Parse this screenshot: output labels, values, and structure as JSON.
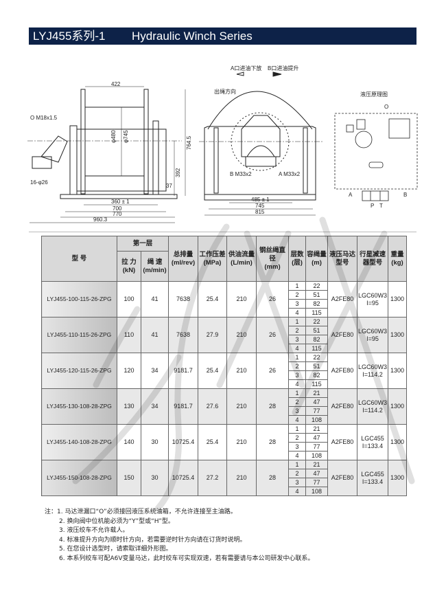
{
  "title": {
    "cn": "LYJ455系列-1",
    "en": "Hydraulic Winch Series"
  },
  "colors": {
    "title_bar": "#0d2248",
    "header_bg": "#d9d9d9"
  },
  "drawing": {
    "side": {
      "port_o": "O M18x1.5",
      "bolts": "16-φ26",
      "dim_422": "422",
      "dim_d480": "φ480",
      "dim_d745": "φ745",
      "dim_764": "764.5",
      "dim_392": "392",
      "dim_37": "37",
      "dim_360": "360 ± 1",
      "dim_700": "700",
      "dim_770": "770",
      "dim_960": "960.3"
    },
    "front": {
      "a_port_lower": "A口进油下放",
      "b_port_lift": "B口进油提升",
      "rope_out": "出绳方向",
      "port_b": "B M33x2",
      "port_a": "A M33x2",
      "dim_485": "485 ± 1",
      "dim_745": "745",
      "dim_815": "815"
    },
    "schematic": {
      "title": "液压原理图",
      "o": "O",
      "a": "A",
      "b": "B",
      "p": "P",
      "t": "T"
    }
  },
  "table": {
    "headers": {
      "model": "型 号",
      "first_layer": "第一层",
      "pull": "拉 力",
      "pull_unit": "(kN)",
      "speed": "绳 速",
      "speed_unit": "(m/min)",
      "displacement": "总排量",
      "displacement_unit": "(ml/rev)",
      "pressure": "工作压差",
      "pressure_unit": "(MPa)",
      "flow": "供油流量",
      "flow_unit": "(L/min)",
      "rope": "钢丝绳直径",
      "rope_unit": "(mm)",
      "layers": "层数",
      "layers_unit": "(层)",
      "capacity": "容绳量",
      "capacity_unit": "(m)",
      "motor": "液压马达",
      "motor2": "型号",
      "gear": "行星减速",
      "gear2": "器型号",
      "weight": "重量",
      "weight_unit": "(kg)"
    },
    "rows": [
      {
        "model": "LYJ455-100-115-26-ZPG",
        "pull": "100",
        "speed": "41",
        "displacement": "7638",
        "pressure": "25.4",
        "flow": "210",
        "rope": "26",
        "layers": [
          "1",
          "2",
          "3",
          "4"
        ],
        "capacity": [
          "22",
          "51",
          "82",
          "115"
        ],
        "motor": "A2FE80",
        "gear": "LGC60W3",
        "ratio": "I=95",
        "weight": "1300"
      },
      {
        "model": "LYJ455-110-115-26-ZPG",
        "pull": "110",
        "speed": "41",
        "displacement": "7638",
        "pressure": "27.9",
        "flow": "210",
        "rope": "26",
        "layers": [
          "1",
          "2",
          "3",
          "4"
        ],
        "capacity": [
          "22",
          "51",
          "82",
          "115"
        ],
        "motor": "A2FE80",
        "gear": "LGC60W3",
        "ratio": "I=95",
        "weight": "1300"
      },
      {
        "model": "LYJ455-120-115-26-ZPG",
        "pull": "120",
        "speed": "34",
        "displacement": "9181.7",
        "pressure": "25.4",
        "flow": "210",
        "rope": "26",
        "layers": [
          "1",
          "2",
          "3",
          "4"
        ],
        "capacity": [
          "22",
          "51",
          "82",
          "115"
        ],
        "motor": "A2FE80",
        "gear": "LGC60W3",
        "ratio": "I=114.2",
        "weight": "1300"
      },
      {
        "model": "LYJ455-130-108-28-ZPG",
        "pull": "130",
        "speed": "34",
        "displacement": "9181.7",
        "pressure": "27.6",
        "flow": "210",
        "rope": "28",
        "layers": [
          "1",
          "2",
          "3",
          "4"
        ],
        "capacity": [
          "21",
          "47",
          "77",
          "108"
        ],
        "motor": "A2FE80",
        "gear": "LGC60W3",
        "ratio": "I=114.2",
        "weight": "1300"
      },
      {
        "model": "LYJ455-140-108-28-ZPG",
        "pull": "140",
        "speed": "30",
        "displacement": "10725.4",
        "pressure": "25.4",
        "flow": "210",
        "rope": "28",
        "layers": [
          "1",
          "2",
          "3",
          "4"
        ],
        "capacity": [
          "21",
          "47",
          "77",
          "108"
        ],
        "motor": "A2FE80",
        "gear": "LGC455",
        "ratio": "I=133.4",
        "weight": "1300"
      },
      {
        "model": "LYJ455-150-108-28-ZPG",
        "pull": "150",
        "speed": "30",
        "displacement": "10725.4",
        "pressure": "27.2",
        "flow": "210",
        "rope": "28",
        "layers": [
          "1",
          "2",
          "3",
          "4"
        ],
        "capacity": [
          "21",
          "47",
          "77",
          "108"
        ],
        "motor": "A2FE80",
        "gear": "LGC455",
        "ratio": "I=133.4",
        "weight": "1300"
      }
    ]
  },
  "notes": [
    "注：1. 马达泄漏口“O”必须接回液压系统油箱，不允许连接至主油路。",
    "2. 换向阀中位机能必须为“Y”型或“H”型。",
    "3. 液压绞车不允许载人。",
    "4. 标准提升方向为顺时针方向，若需要逆时针方向请在订货时说明。",
    "5. 在您设计选型时，请索取详细外形图。",
    "6. 本系列绞车可配A6V变量马达，此时绞车可实现双速，若有需要请与本公司研发中心联系。"
  ]
}
